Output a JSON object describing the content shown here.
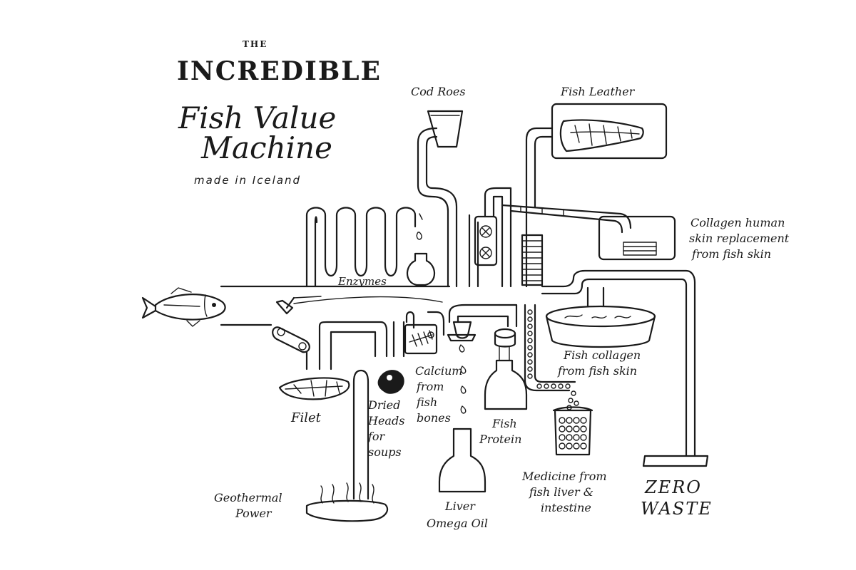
{
  "title": {
    "the": "THE",
    "incredible": "INCREDIBLE",
    "line1": "Fish Value",
    "line2": "Machine",
    "subtitle": "made in Iceland"
  },
  "labels": {
    "cod_roes": "Cod Roes",
    "fish_leather": "Fish Leather",
    "collagen_skin": [
      "Collagen human",
      "skin replacement",
      "from fish skin"
    ],
    "enzymes": "Enzymes",
    "fish_collagen": [
      "Fish collagen",
      "from fish skin"
    ],
    "calcium": [
      "Calcium",
      "from",
      "fish",
      "bones"
    ],
    "fish_protein": [
      "Fish",
      "Protein"
    ],
    "filet": "Filet",
    "dried_heads": [
      "Dried",
      "Heads",
      "for",
      "soups"
    ],
    "medicine": [
      "Medicine from",
      "fish liver &",
      "intestine"
    ],
    "zero_waste": [
      "ZERO",
      "WASTE"
    ],
    "liver_oil": [
      "Liver",
      "Omega Oil"
    ],
    "geothermal": [
      "Geothermal",
      "Power"
    ]
  }
}
